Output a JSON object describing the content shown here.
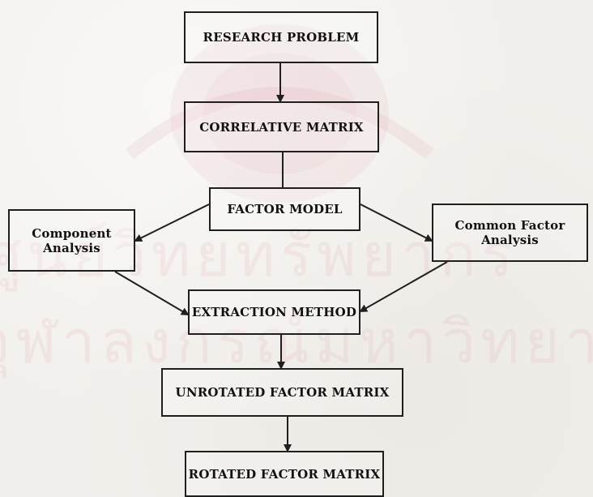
{
  "watermark": {
    "line1": "ศูนย์วิทยทรัพยากร",
    "line2": "จุฬาลงกรณ์มหาวิทยาลัย"
  },
  "diagram": {
    "research_problem": "RESEARCH PROBLEM",
    "correlative_matrix": "CORRELATIVE MATRIX",
    "factor_model": "FACTOR MODEL",
    "component_analysis": {
      "line1": "Component",
      "line2": "Analysis"
    },
    "common_factor_analysis": {
      "line1": "Common Factor",
      "line2": "Analysis"
    },
    "extraction_method": "EXTRACTION METHOD",
    "unrotated_factor_matrix": "UNROTATED FACTOR MATRIX",
    "rotated_factor_matrix": "ROTATED FACTOR MATRIX"
  }
}
